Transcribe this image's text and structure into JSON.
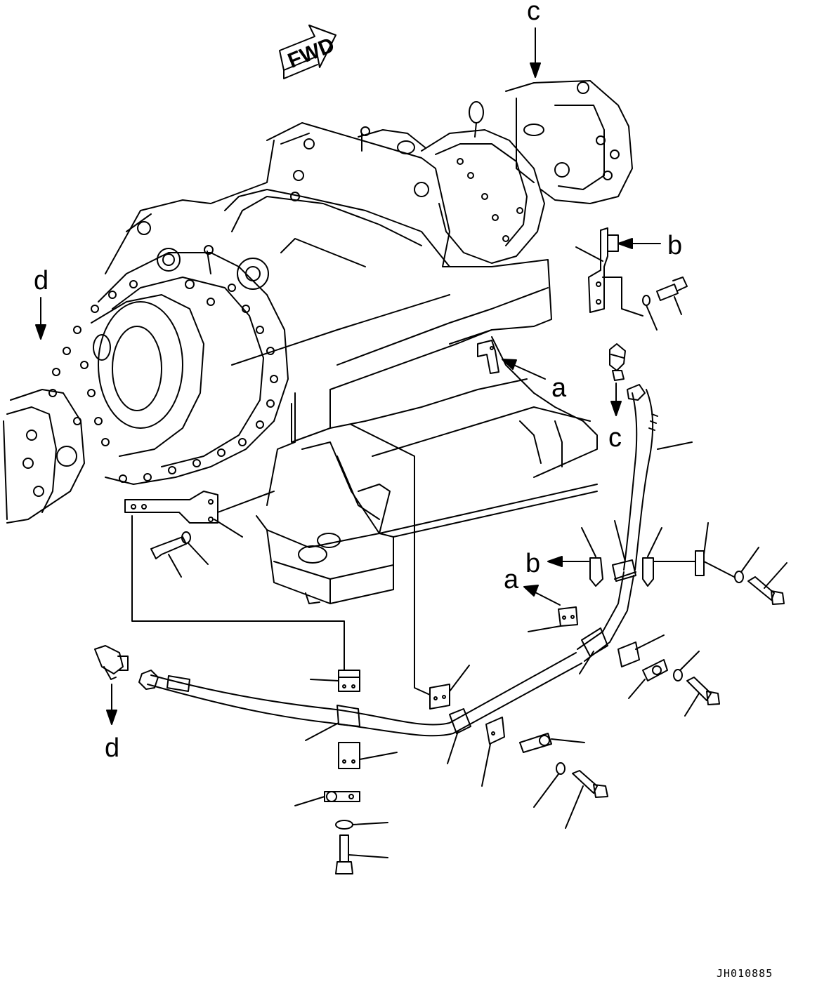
{
  "diagram": {
    "fwd_label": "FWD",
    "callouts": {
      "c_top": "c",
      "b_top": "b",
      "d_top": "d",
      "a_mid": "a",
      "c_mid": "c",
      "b_mid": "b",
      "a_low": "a",
      "d_low": "d"
    },
    "drawing_code": "JH010885"
  }
}
